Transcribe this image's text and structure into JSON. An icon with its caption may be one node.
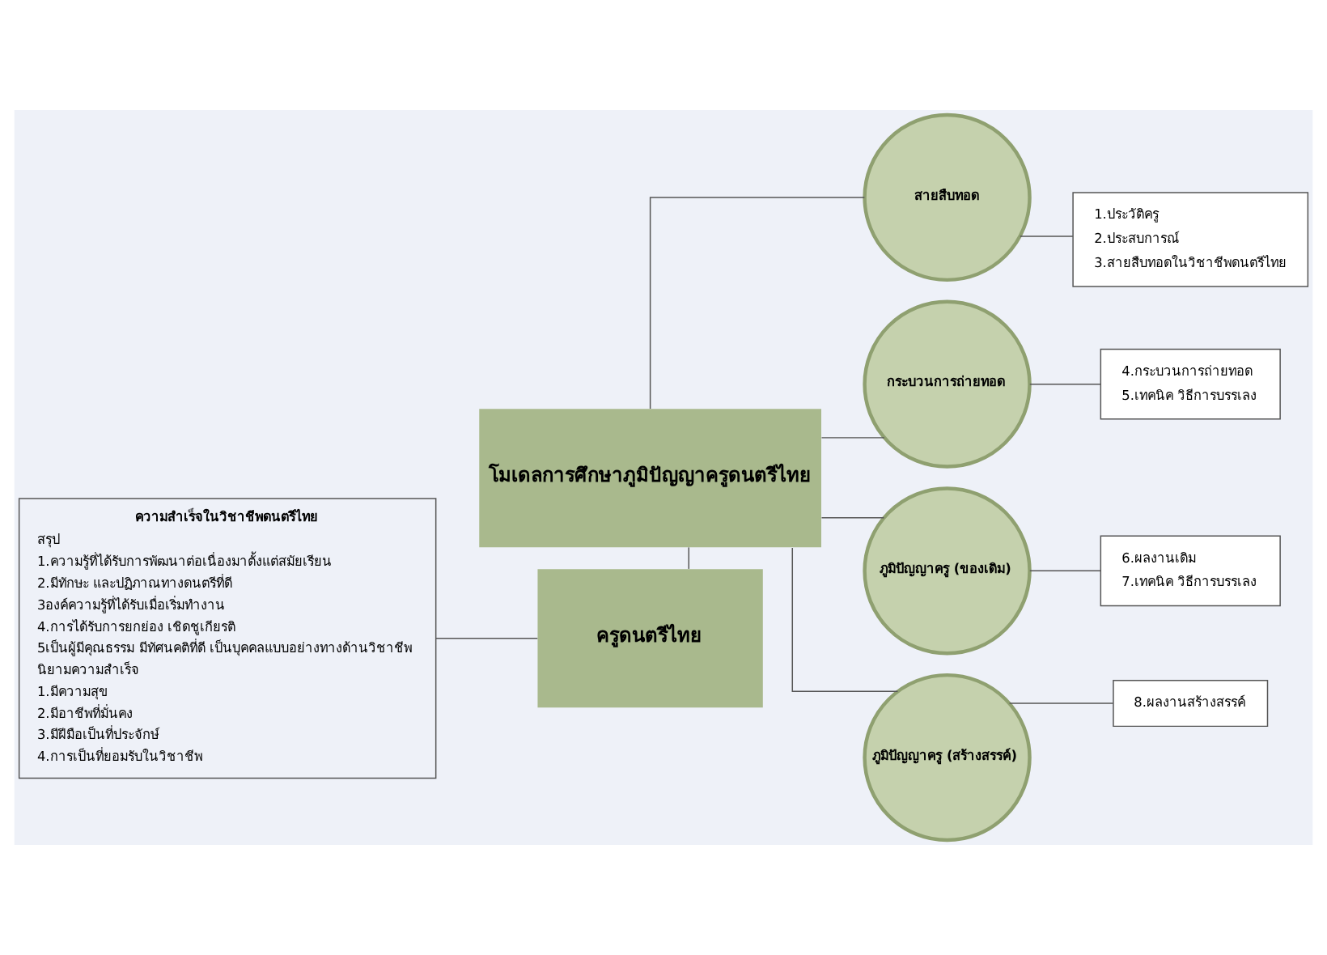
{
  "diagram": {
    "nodes": [
      {
        "text": [
          "ความสำเร็จในวิชาชีพดนตรีไทย",
          "สรุป",
          "1.ความรู้ที่ได้รับการพัฒนาต่อเนื่องมาตั้งแต่สมัยเรียน",
          "2.มีทักษะ และปฏิภาณทางดนตรีที่ดี",
          "3องค์ความรู้ที่ได้รับเมื่อเริ่มทำงาน",
          "4.การได้รับการยกย่อง เชิดชูเกียรติ",
          "5เป็นผู้มีคุณธรรม มีทัศนคติที่ดี เป็นบุคคลแบบอย่างทางด้านวิชาชีพ",
          "นิยามความสำเร็จ",
          "1.มีความสุข",
          "2.มีอาชีพที่มั่นคง",
          "3.มีฝีมือเป็นที่ประจักษ์",
          "4.การเป็นที่ยอมรับในวิชาชีพ"
        ]
      },
      {
        "text": [
          "โมเดลการศึกษาภูมิปัญญาครูดนตรีไทย"
        ]
      },
      {
        "text": [
          "ครูดนตรีไทย"
        ]
      },
      {
        "text": [
          "สายสืบทอด"
        ]
      },
      {
        "text": [
          "กระบวนการถ่ายทอด"
        ]
      },
      {
        "text": [
          "ภูมิปัญญาครู (ของเดิม)"
        ]
      },
      {
        "text": [
          "ภูมิปัญญาครู (สร้างสรรค์)"
        ]
      },
      {
        "text": [
          "1.ประวัติครู",
          "2.ประสบการณ์",
          "3.สายสืบทอดในวิชาชีพดนตรีไทย"
        ]
      },
      {
        "text": [
          "4.กระบวนการถ่ายทอด",
          "5.เทคนิค วิธีการบรรเลง"
        ]
      },
      {
        "text": [
          "6.ผลงานเดิม",
          "7.เทคนิค วิธีการบรรเลง"
        ]
      },
      {
        "text": [
          "8.ผลงานสร้างสรรค์"
        ]
      }
    ],
    "edges": [
      {
        "from": 0,
        "to": 2,
        "arrow": "none"
      },
      {
        "from": 1,
        "to": 2,
        "arrow": "none"
      },
      {
        "from": 1,
        "to": 3,
        "arrow": "none"
      },
      {
        "from": 1,
        "to": 4,
        "arrow": "none"
      },
      {
        "from": 1,
        "to": 5,
        "arrow": "none"
      },
      {
        "from": 1,
        "to": 6,
        "arrow": "none"
      },
      {
        "from": 3,
        "to": 7,
        "arrow": "none"
      },
      {
        "from": 4,
        "to": 8,
        "arrow": "none"
      },
      {
        "from": 5,
        "to": 9,
        "arrow": "none"
      },
      {
        "from": 6,
        "to": 10,
        "arrow": "none"
      }
    ]
  }
}
